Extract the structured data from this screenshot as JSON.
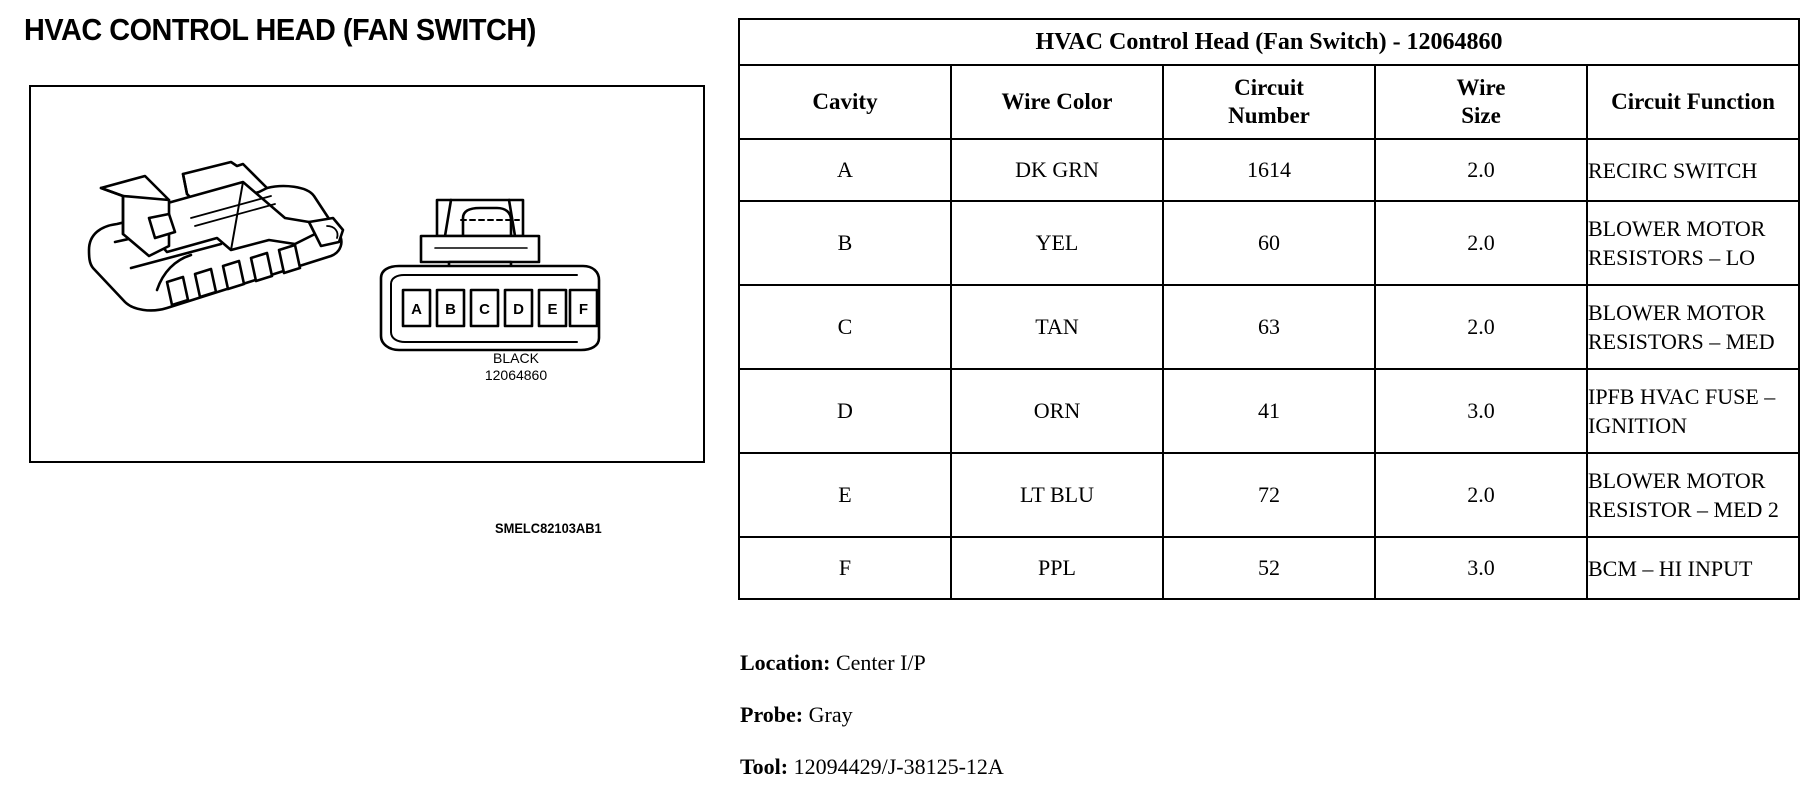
{
  "page": {
    "title": "HVAC CONTROL HEAD (FAN SWITCH)",
    "reference_code": "SMELC82103AB1"
  },
  "illustration": {
    "connector_color": "BLACK",
    "connector_part_number": "12064860",
    "pin_labels": [
      "A",
      "B",
      "C",
      "D",
      "E",
      "F"
    ]
  },
  "table": {
    "title": "HVAC Control Head (Fan Switch) - 12064860",
    "columns": [
      "Cavity",
      "Wire Color",
      "Circuit Number",
      "Wire Size",
      "Circuit Function"
    ],
    "column_lines": [
      [
        "Cavity"
      ],
      [
        "Wire Color"
      ],
      [
        "Circuit",
        "Number"
      ],
      [
        "Wire",
        "Size"
      ],
      [
        "Circuit Function"
      ]
    ],
    "rows": [
      {
        "cavity": "A",
        "wire_color": "DK GRN",
        "circuit_number": "1614",
        "wire_size": "2.0",
        "function_lines": [
          "RECIRC SWITCH"
        ]
      },
      {
        "cavity": "B",
        "wire_color": "YEL",
        "circuit_number": "60",
        "wire_size": "2.0",
        "function_lines": [
          "BLOWER MOTOR",
          "RESISTORS – LO"
        ]
      },
      {
        "cavity": "C",
        "wire_color": "TAN",
        "circuit_number": "63",
        "wire_size": "2.0",
        "function_lines": [
          "BLOWER MOTOR",
          "RESISTORS – MED"
        ]
      },
      {
        "cavity": "D",
        "wire_color": "ORN",
        "circuit_number": "41",
        "wire_size": "3.0",
        "function_lines": [
          "IPFB HVAC FUSE –",
          "IGNITION"
        ]
      },
      {
        "cavity": "E",
        "wire_color": "LT BLU",
        "circuit_number": "72",
        "wire_size": "2.0",
        "function_lines": [
          "BLOWER MOTOR",
          "RESISTOR – MED 2"
        ]
      },
      {
        "cavity": "F",
        "wire_color": "PPL",
        "circuit_number": "52",
        "wire_size": "3.0",
        "function_lines": [
          "BCM – HI INPUT"
        ]
      }
    ]
  },
  "footer": {
    "location_label": "Location:",
    "location_value": "Center I/P",
    "probe_label": "Probe:",
    "probe_value": "Gray",
    "tool_label": "Tool:",
    "tool_value": "12094429/J-38125-12A"
  },
  "colors": {
    "ink": "#000000",
    "paper": "#ffffff"
  }
}
